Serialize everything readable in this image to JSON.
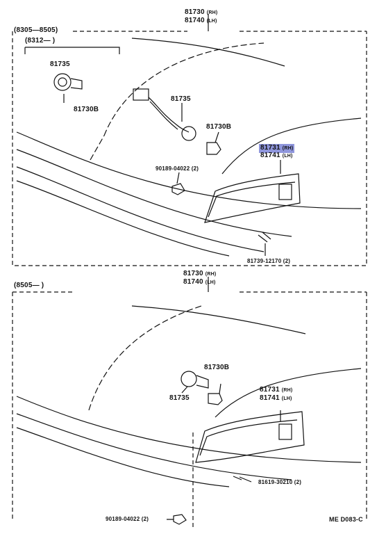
{
  "section_top": {
    "range": "(8305—8505)",
    "subrange": "(8312—     )",
    "lamp_rh": "81730",
    "lamp_rh_side": "(RH)",
    "lamp_lh": "81740",
    "lamp_lh_side": "(LH)",
    "socket_a": "81735",
    "bulb_a": "81730B",
    "socket_b": "81735",
    "bulb_b": "81730B",
    "lens_rh": "81731",
    "lens_rh_side": "(RH)",
    "lens_lh": "81741",
    "lens_lh_side": "(LH)",
    "nut": "90189-04022 (2)",
    "screw": "81739-12170 (2)"
  },
  "section_bottom": {
    "range": "(8505—     )",
    "lamp_rh": "81730",
    "lamp_rh_side": "(RH)",
    "lamp_lh": "81740",
    "lamp_lh_side": "(LH)",
    "bulb": "81730B",
    "socket": "81735",
    "lens_rh": "81731",
    "lens_rh_side": "(RH)",
    "lens_lh": "81741",
    "lens_lh_side": "(LH)",
    "screw": "81619-30210 (2)",
    "nut": "90189-04022 (2)"
  },
  "diagram_code": "ME  D083-C",
  "highlight_color": "#8f96dc"
}
